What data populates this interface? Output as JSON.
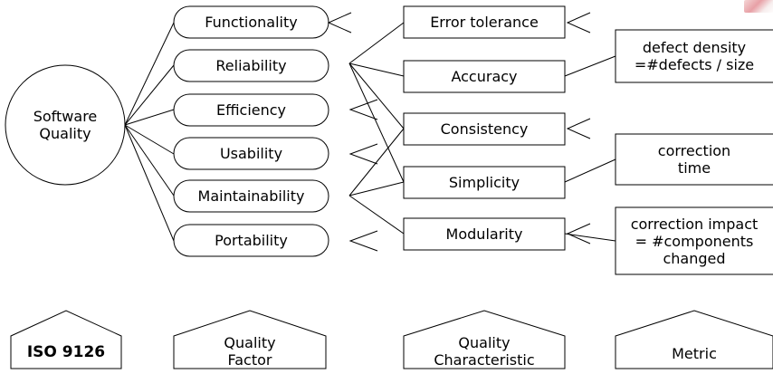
{
  "root": {
    "label": "Software\nQuality"
  },
  "factors": [
    "Functionality",
    "Reliability",
    "Efficiency",
    "Usability",
    "Maintainability",
    "Portability"
  ],
  "characteristics": [
    "Error tolerance",
    "Accuracy",
    "Consistency",
    "Simplicity",
    "Modularity"
  ],
  "metrics": [
    "defect density\n=#defects / size",
    "correction\ntime",
    "correction impact\n= #components\nchanged"
  ],
  "legend": {
    "standard": "ISO 9126",
    "factor": "Quality\nFactor",
    "characteristic": "Quality\nCharacteristic",
    "metric": "Metric"
  }
}
